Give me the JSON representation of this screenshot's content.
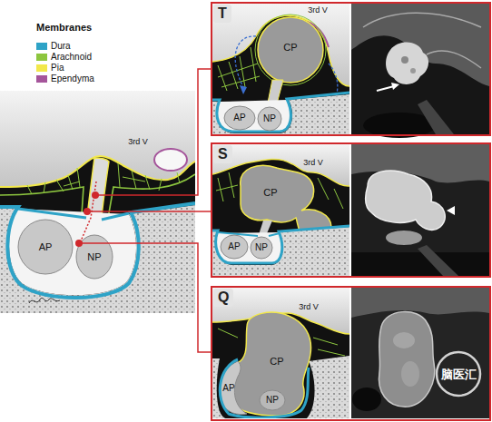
{
  "diagram": {
    "nodes": [
      {
        "text": [
          "T"
        ]
      },
      {
        "text": [
          "S"
        ]
      },
      {
        "text": [
          "Q"
        ]
      }
    ],
    "labels": [
      "Membranes",
      "3rd V",
      "AP",
      "NP",
      "3rd V",
      "CP",
      "AP",
      "NP",
      "3rd V",
      "CP",
      "AP",
      "NP",
      "3rd V",
      "CP",
      "AP",
      "NP",
      "脑医汇"
    ],
    "legend": [
      {
        "text": "Dura",
        "color": "#2ea3c7"
      },
      {
        "text": "Arachnoid",
        "color": "#8dc63f"
      },
      {
        "text": "Pia",
        "color": "#f2e84b"
      },
      {
        "text": "Ependyma",
        "color": "#a5559b"
      }
    ]
  }
}
